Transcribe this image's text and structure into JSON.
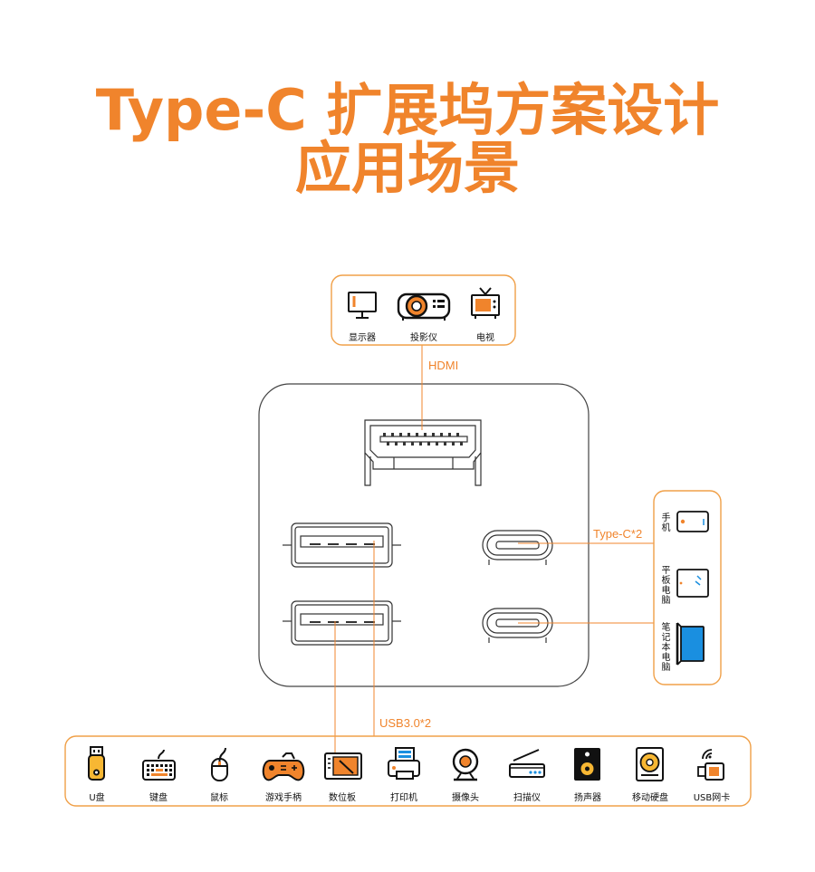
{
  "title": {
    "line1": "Type-C 扩展坞方案设计",
    "line2": "应用场景"
  },
  "colors": {
    "accent": "#f0842c",
    "line": "#333333",
    "screen_blue": "#1a8fe0"
  },
  "hdmi_group": {
    "connector_label": "HDMI",
    "devices": [
      {
        "label": "显示器",
        "icon": "monitor-icon"
      },
      {
        "label": "投影仪",
        "icon": "projector-icon"
      },
      {
        "label": "电视",
        "icon": "tv-icon"
      }
    ]
  },
  "typec_group": {
    "connector_label": "Type-C*2",
    "devices": [
      {
        "label": "手机",
        "icon": "phone-icon"
      },
      {
        "label": "平板电脑",
        "icon": "tablet-icon"
      },
      {
        "label": "笔记本电脑",
        "icon": "laptop-icon"
      }
    ]
  },
  "usb_group": {
    "connector_label": "USB3.0*2",
    "devices": [
      {
        "label": "U盘",
        "icon": "usb-drive-icon"
      },
      {
        "label": "键盘",
        "icon": "keyboard-icon"
      },
      {
        "label": "鼠标",
        "icon": "mouse-icon"
      },
      {
        "label": "游戏手柄",
        "icon": "gamepad-icon"
      },
      {
        "label": "数位板",
        "icon": "drawing-tablet-icon"
      },
      {
        "label": "打印机",
        "icon": "printer-icon"
      },
      {
        "label": "摄像头",
        "icon": "webcam-icon"
      },
      {
        "label": "扫描仪",
        "icon": "scanner-icon"
      },
      {
        "label": "扬声器",
        "icon": "speaker-icon"
      },
      {
        "label": "移动硬盘",
        "icon": "hard-drive-icon"
      },
      {
        "label": "USB网卡",
        "icon": "usb-wifi-icon"
      }
    ]
  }
}
